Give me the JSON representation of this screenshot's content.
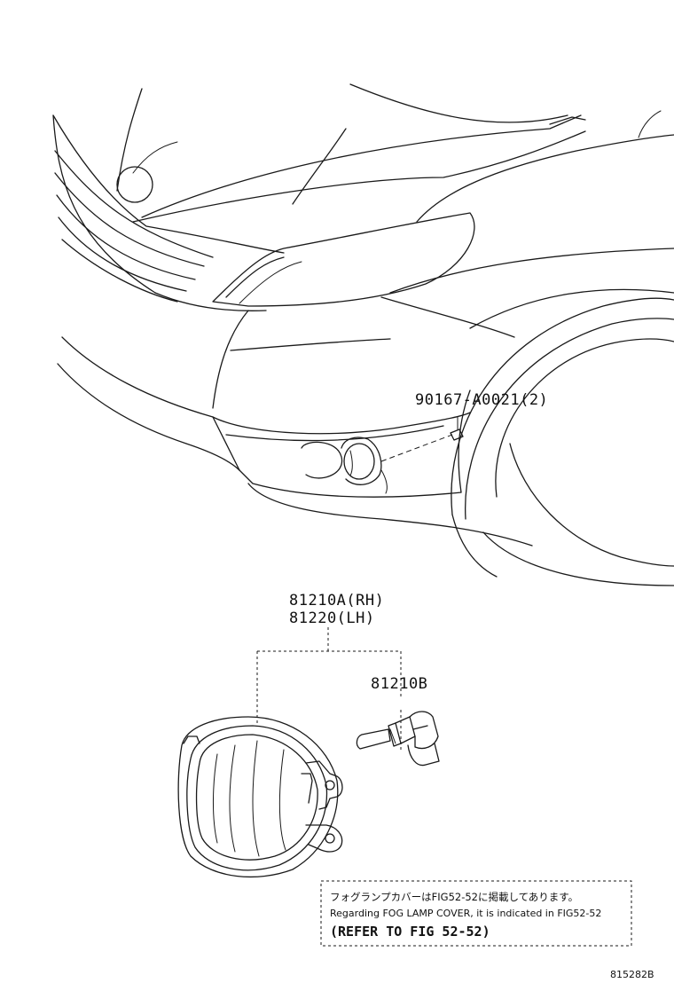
{
  "parts": {
    "bolt": "90167-A0021(2)",
    "fog_lamp_rh": "81210A(RH)",
    "fog_lamp_lh": "81220(LH)",
    "bulb": "81210B"
  },
  "note": {
    "japanese": "フォグランプカバーはFIG52-52に掲載してあります。",
    "english": "Regarding FOG LAMP COVER, it is indicated in FIG52-52",
    "refer": "(REFER TO FIG 52-52)"
  },
  "figure_id": "815282B"
}
